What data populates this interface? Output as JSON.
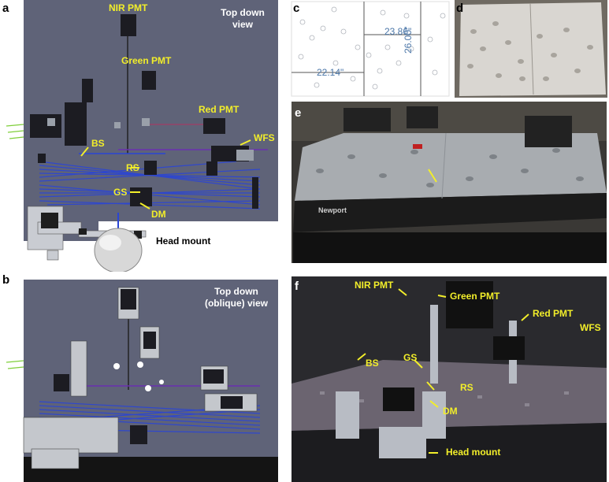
{
  "panel_letters": {
    "a": "a",
    "b": "b",
    "c": "c",
    "d": "d",
    "e": "e",
    "f": "f"
  },
  "panel_a": {
    "view_label_1": "Top down",
    "view_label_2": "view",
    "labels": {
      "nir_pmt": "NIR PMT",
      "green_pmt": "Green PMT",
      "red_pmt": "Red PMT",
      "wfs": "WFS",
      "bs": "BS",
      "rs": "RS",
      "gs": "GS",
      "dm": "DM"
    },
    "head_mount": "Head mount"
  },
  "panel_b": {
    "view_label_1": "Top down",
    "view_label_2": "(oblique) view"
  },
  "panel_c": {
    "dim_1": "23.86\"",
    "dim_2": "26.00\"",
    "dim_3": "22.14\""
  },
  "panel_e": {
    "brand": "Newport"
  },
  "panel_f": {
    "labels": {
      "nir_pmt": "NIR PMT",
      "green_pmt": "Green PMT",
      "red_pmt": "Red PMT",
      "wfs": "WFS",
      "bs": "BS",
      "gs": "GS",
      "rs": "RS",
      "dm": "DM",
      "head_mount": "Head mount"
    }
  },
  "colors": {
    "render_bg": "#5f6378",
    "beam_blue": "#1f3fd0",
    "label_yellow": "#f2ee2a",
    "dim_blue": "#4a76a8"
  }
}
